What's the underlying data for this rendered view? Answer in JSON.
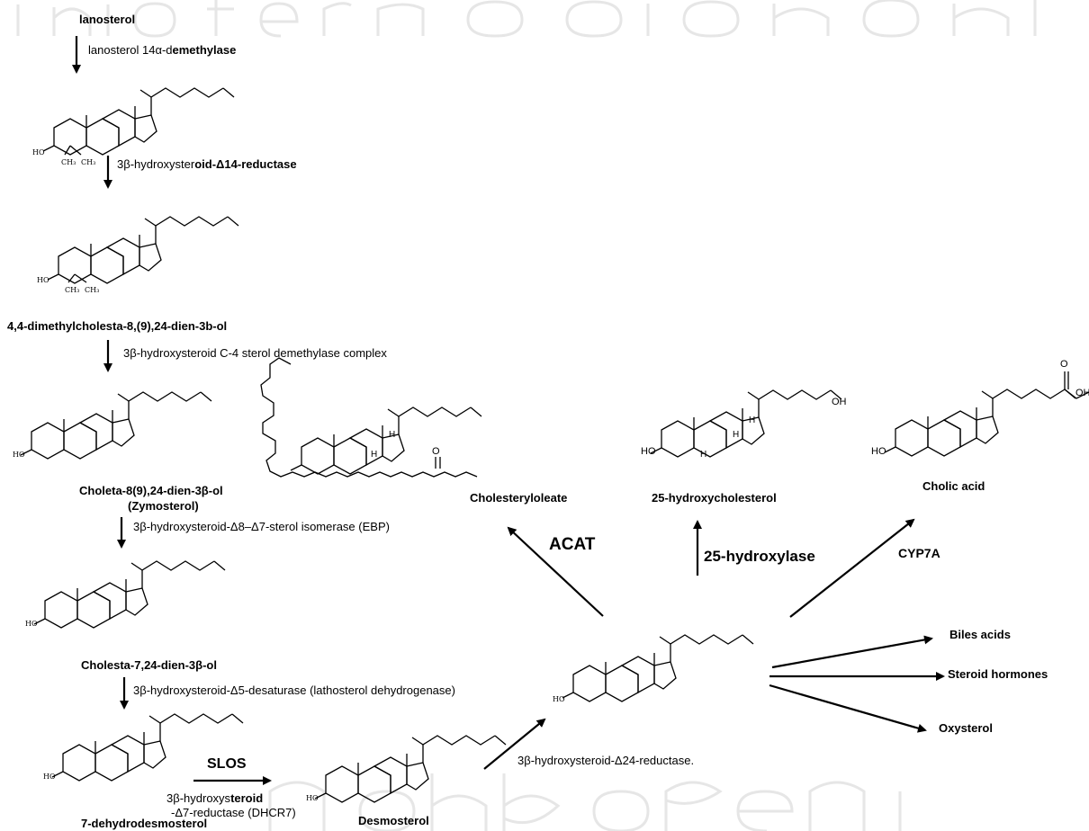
{
  "labels": {
    "lanosterol": "lanosterol",
    "dimethyl": "4,4-dimethylcholesta-8,(9),24-dien-3b-ol",
    "zymosterol_1": "Choleta-8(9),24-dien-3β-ol",
    "zymosterol_2": "(Zymosterol)",
    "cholesta724": "Cholesta-7,24-dien-3β-ol",
    "dehydrodesmosterol": "7-dehydrodesmosterol",
    "desmosterol": "Desmosterol",
    "cholesteryloleate": "Cholesteryloleate",
    "hydroxycholesterol": "25-hydroxycholesterol",
    "cholic_acid": "Cholic acid",
    "biles_acids": "Biles acids",
    "steroid_hormones": "Steroid hormones",
    "oxysterol": "Oxysterol"
  },
  "enzymes": {
    "e1_plain": "lanosterol 14α-d",
    "e1_bold": "emethylase",
    "e2_plain": "3β-hydroxyster",
    "e2_bold": "oid-Δ14-reductase",
    "e3": "3β-hydroxysteroid C-4 sterol demethylase complex",
    "e4": "3β-hydroxysteroid-Δ8–Δ7-sterol isomerase (EBP)",
    "e5": "3β-hydroxysteroid-Δ5-desaturase (lathosterol dehydrogenase)",
    "dhcr7_1_plain": "3β-hydroxys",
    "dhcr7_1_bold": "teroid",
    "dhcr7_2": "-Δ7-reductase (DHCR7)",
    "dhcr24": "3β-hydroxysteroid-Δ24-reductase.",
    "acat": "ACAT",
    "hydroxylase": "25-hydroxylase",
    "cyp7a": "CYP7A",
    "slos": "SLOS"
  },
  "atoms": {
    "ho": "HO",
    "oh": "OH",
    "ch3": "CH₃",
    "h": "H",
    "o": "O"
  },
  "colors": {
    "slos": "#3a3a8c",
    "watermark": "#e6e6e6"
  }
}
